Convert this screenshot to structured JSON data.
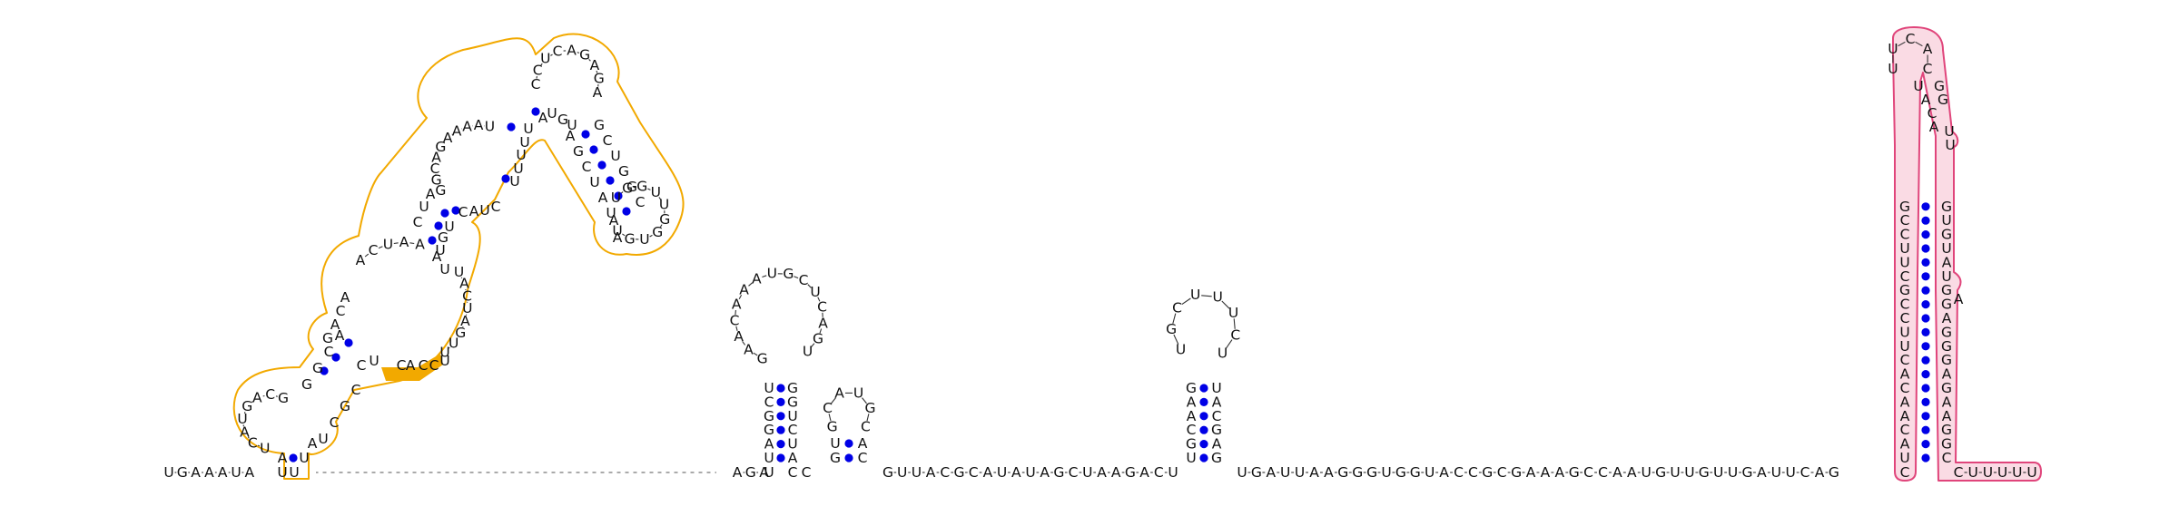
{
  "title": "",
  "colors": {
    "background": "#ffffff",
    "base_text": "#111111",
    "backbone": "#333333",
    "pair_dot": "#0000e6",
    "domain1_outline": "#f2a900",
    "domain1_fill": "#ffffff",
    "domain1_highlight": "#f2a900",
    "domain2_outline": "#e0457b",
    "domain2_fill": "#fadbe4"
  },
  "sequence_5prime": "UGAAAUA",
  "domain1": {
    "name": "",
    "stem1": {
      "left": "UCAU",
      "right": "UUUA"
    },
    "stem2": {
      "left": "GCA",
      "right": "CUG"
    },
    "loop_hairpin1_entry": "GGCAC"
  }
}
